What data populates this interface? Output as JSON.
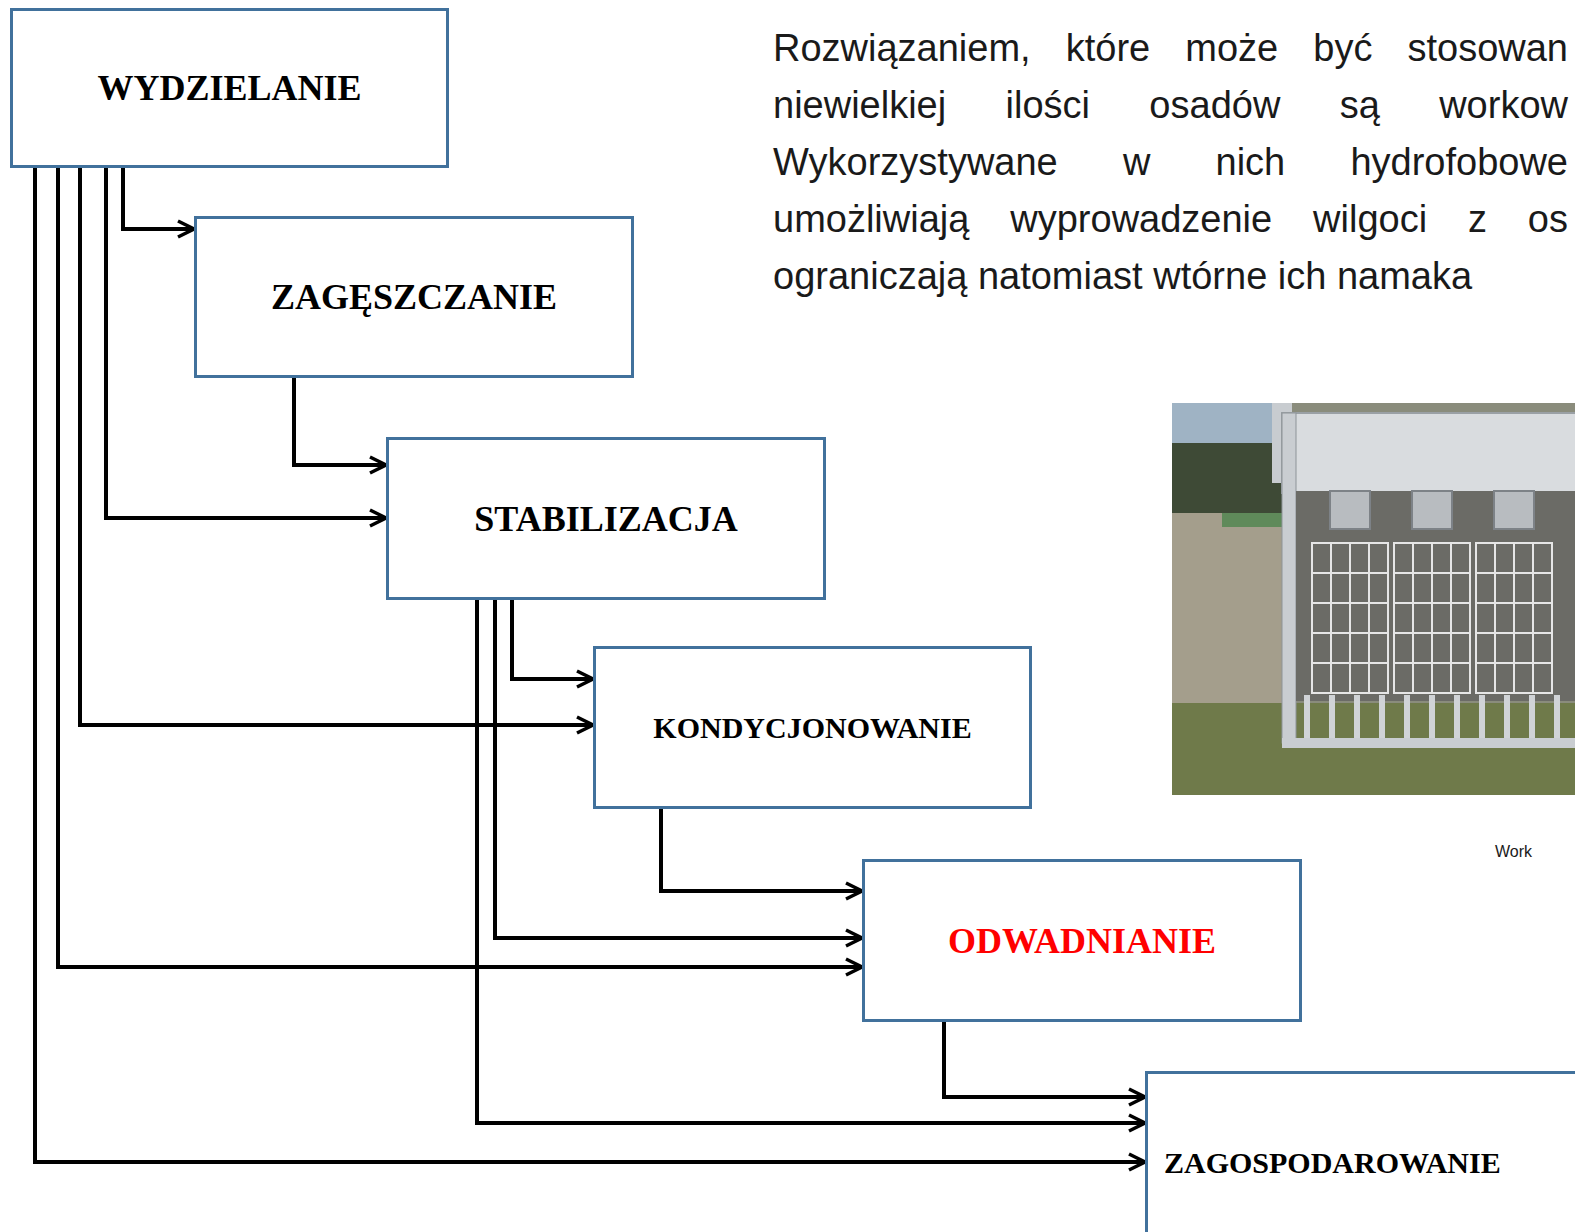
{
  "diagram": {
    "nodes": [
      {
        "text": [
          "WYDZIELANIE"
        ]
      },
      {
        "text": [
          "ZAGĘSZCZANIE"
        ]
      },
      {
        "text": [
          "STABILIZACJA"
        ]
      },
      {
        "text": [
          "KONDYCJONOWANIE"
        ]
      },
      {
        "text": [
          "ODWADNIANIE"
        ]
      },
      {
        "text": [
          "ZAGOSPODAROWANIE"
        ]
      }
    ],
    "edges": [
      {
        "from": 0,
        "to": 1,
        "arrow": "to"
      },
      {
        "from": 0,
        "to": 2,
        "arrow": "to"
      },
      {
        "from": 0,
        "to": 3,
        "arrow": "to"
      },
      {
        "from": 0,
        "to": 4,
        "arrow": "to"
      },
      {
        "from": 0,
        "to": 5,
        "arrow": "to"
      },
      {
        "from": 1,
        "to": 2,
        "arrow": "to"
      },
      {
        "from": 2,
        "to": 3,
        "arrow": "to"
      },
      {
        "from": 2,
        "to": 4,
        "arrow": "to"
      },
      {
        "from": 2,
        "to": 5,
        "arrow": "to"
      },
      {
        "from": 3,
        "to": 4,
        "arrow": "to"
      },
      {
        "from": 4,
        "to": 5,
        "arrow": "to"
      }
    ],
    "labels": [
      "Rozwiązaniem, które może być stosowan niewielkiej ilości osadów są workow Wykorzystywane w nich hydrofobowe umożliwiają wyprowadzenie wilgoci z os ograniczają natomiast wtórne ich namaka",
      "Work"
    ]
  }
}
